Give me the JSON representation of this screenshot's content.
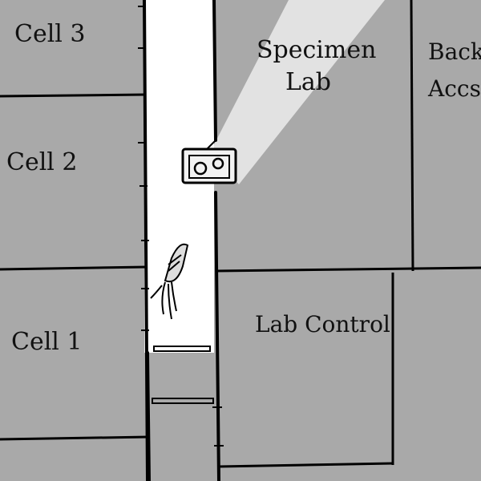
{
  "map": {
    "rooms": [
      {
        "id": "cell-3",
        "label": "Cell 3"
      },
      {
        "id": "cell-2",
        "label": "Cell 2"
      },
      {
        "id": "cell-1",
        "label": "Cell 1"
      },
      {
        "id": "specimen-lab",
        "label_line1": "Specimen",
        "label_line2": "Lab"
      },
      {
        "id": "back-access",
        "label_line1": "Back",
        "label_line2": "Accs"
      },
      {
        "id": "lab-control",
        "label": "Lab Control"
      }
    ]
  },
  "colors": {
    "background": "#a9a9a9",
    "corridor": "#ffffff",
    "wall": "#000000"
  },
  "icons": [
    "camera-icon",
    "creature-icon",
    "flashlight-beam"
  ]
}
